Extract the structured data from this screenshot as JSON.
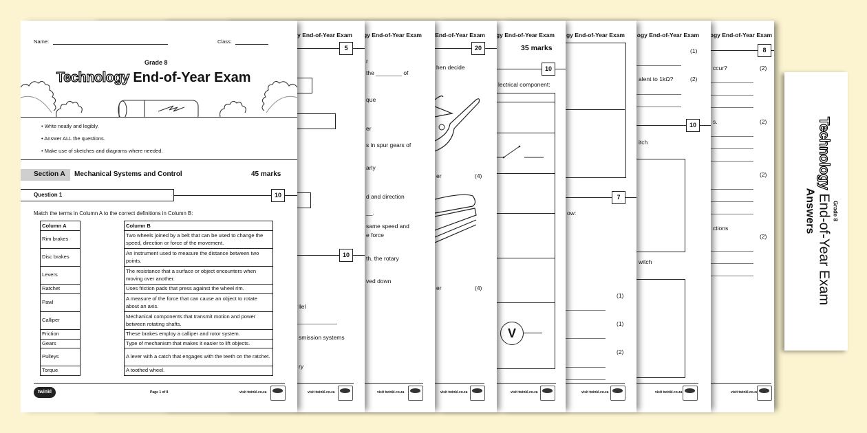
{
  "background_color": "#fcf4d0",
  "front": {
    "name_label": "Name:",
    "class_label": "Class:",
    "grade": "Grade 8",
    "title_styled": "Technology",
    "title_rest": "End-of-Year Exam",
    "instructions": [
      "Write neatly and legibly.",
      "Answer ALL the questions.",
      "Make use of sketches and diagrams where needed."
    ],
    "section": {
      "label": "Section A",
      "title": "Mechanical Systems and Control",
      "marks": "45 marks"
    },
    "question": {
      "label": "Question 1",
      "marks": "10"
    },
    "prompt": "Match the terms in Column A to the correct definitions in Column B:",
    "table": {
      "col_a_header": "Column A",
      "col_b_header": "Column B",
      "rows": [
        {
          "a": "Rim brakes",
          "b": "Two wheels joined by a belt that can be used to change the speed, direction or force of the movement."
        },
        {
          "a": "Disc brakes",
          "b": "An instrument used to measure the distance between two points."
        },
        {
          "a": "Levers",
          "b": "The resistance that a surface or object encounters when moving over another."
        },
        {
          "a": "Ratchet",
          "b": "Uses friction pads that press against the wheel rim."
        },
        {
          "a": "Pawl",
          "b": "A measure of the force that can cause an object to rotate about an axis."
        },
        {
          "a": "Calliper",
          "b": "Mechanical components that transmit motion and power between rotating shafts."
        },
        {
          "a": "Friction",
          "b": "These brakes employ a calliper and rotor system."
        },
        {
          "a": "Gears",
          "b": "Type of mechanism that makes it easier to lift objects."
        },
        {
          "a": "Pulleys",
          "b": "A lever with a catch that engages with the teeth on the ratchet."
        },
        {
          "a": "Torque",
          "b": "A toothed wheel."
        }
      ]
    },
    "footer": {
      "brand": "twinkl",
      "page": "Page 1 of 8",
      "site": "visit twinkl.co.za"
    }
  },
  "site": "visit twinkl.co.za",
  "p2": {
    "header": "gy End-of-Year Exam",
    "marks1": "5",
    "marks2": "10",
    "frag": [
      "llel",
      "smission systems",
      "ry"
    ]
  },
  "p3": {
    "header": "gy End-of-Year Exam",
    "frag": [
      "r",
      "the ________ of",
      "que",
      "er",
      "s in spur gears of",
      "arly",
      "d and direction",
      "__.",
      "same speed and",
      "e force",
      "th, the rotary",
      "ved down"
    ]
  },
  "p4": {
    "header": "End-of-Year Exam",
    "marks": "20",
    "frag": [
      "hen decide",
      "er",
      "(4)",
      "er",
      "(4)"
    ]
  },
  "p5": {
    "header": "gy End-of-Year Exam",
    "section_marks": "35 marks",
    "marks": "10",
    "frag": [
      "lectrical component:"
    ],
    "voltmeter_symbol": "V"
  },
  "p6": {
    "header": "gy End-of-Year Exam",
    "marks": "7",
    "frag": [
      "ow:",
      "(1)",
      "(1)",
      "(2)"
    ]
  },
  "p7": {
    "header": "ogy End-of-Year Exam",
    "marks": "10",
    "frag": [
      "(1)",
      "alent to 1kΩ?",
      "(2)",
      "itch",
      "witch"
    ]
  },
  "p8": {
    "header": "ogy End-of-Year Exam",
    "marks": "8",
    "frag": [
      "ccur?",
      "(2)",
      "s.",
      "(2)",
      "(2)",
      "ctions",
      "(2)"
    ]
  },
  "answers": {
    "grade": "Grade 8",
    "title_styled": "Technology",
    "title_rest": "End-of-Year Exam",
    "subtitle": "Answers"
  }
}
